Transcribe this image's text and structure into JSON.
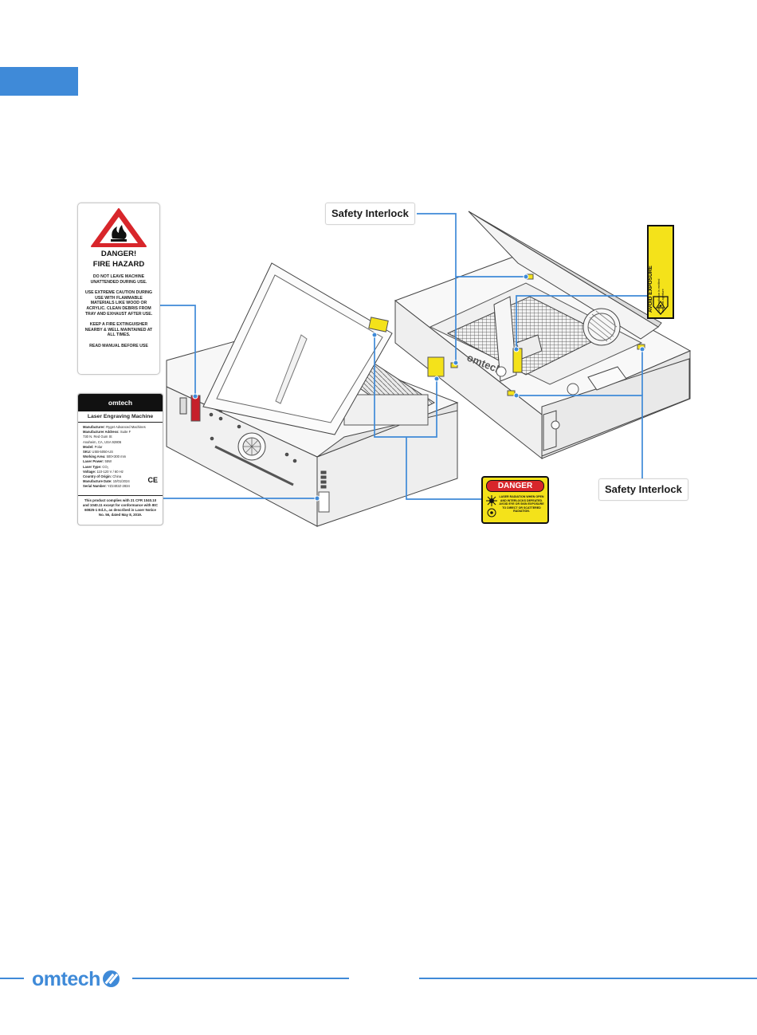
{
  "colors": {
    "accent": "#3f8ad8",
    "callout_line": "#3f8ad8",
    "danger_yellow": "#f4e21a",
    "danger_red": "#d8262b"
  },
  "labels": {
    "interlock_top": "Safety Interlock",
    "interlock_right": "Safety Interlock"
  },
  "fire_label": {
    "title_1": "DANGER!",
    "title_2": "FIRE HAZARD",
    "p1": "DO NOT LEAVE MACHINE UNATTENDED DURING USE.",
    "p2": "USE EXTREME CAUTION DURING USE WITH FLAMMABLE MATERIALS LIKE WOOD OR ACRYLIC. CLEAN DEBRIS FROM TRAY AND EXHAUST AFTER USE.",
    "p3": "KEEP A FIRE EXTINGUISHER NEARBY & WELL MAINTAINED AT ALL TIMES.",
    "p4": "READ MANUAL BEFORE USE"
  },
  "nameplate": {
    "brand": "omtech",
    "title": "Laser Engraving Machine",
    "specs": [
      {
        "k": "Manufacturer:",
        "v": "Ryget Advanced Machines"
      },
      {
        "k": "Manufacturer Address:",
        "v": "Suite F"
      },
      {
        "k": "",
        "v": "730 N. Red Gum St"
      },
      {
        "k": "",
        "v": "Anaheim, CA, USA 92806"
      },
      {
        "k": "Model:",
        "v": "Polar"
      },
      {
        "k": "SKU:",
        "v": "USB-5050-US"
      },
      {
        "k": "Working Area:",
        "v": "500×300 mm"
      },
      {
        "k": "Laser Power:",
        "v": "55W"
      },
      {
        "k": "Laser Type:",
        "v": "CO₂"
      },
      {
        "k": "Voltage:",
        "v": "110-120 V / 60 Hz"
      },
      {
        "k": "Country of Origin:",
        "v": "China"
      },
      {
        "k": "Manufacture Date:",
        "v": "10/01/2024"
      },
      {
        "k": "Serial Number:",
        "v": "YZ2402Z-2834"
      }
    ],
    "ce": "CE",
    "compliance": "This product complies with 21 CFR 1040.10 and 1040.11 except for conformance with IEC 60825-1 Ed.3., as described in Laser Notice No. 56, dated May 8, 2019."
  },
  "danger_sign": {
    "header": "DANGER",
    "text": "Laser radiation when open and interlocks defeated. AVOID EYE OR SKIN EXPOSURE TO DIRECT OR SCATTERED RADIATION."
  },
  "avoid_label": {
    "title": "AVOID EXPOSURE",
    "sub_1": "Laser radiation is emitted",
    "sub_2": "from this aperture"
  },
  "machine": {
    "brand": "omtech"
  },
  "footer": {
    "brand": "omtech"
  }
}
